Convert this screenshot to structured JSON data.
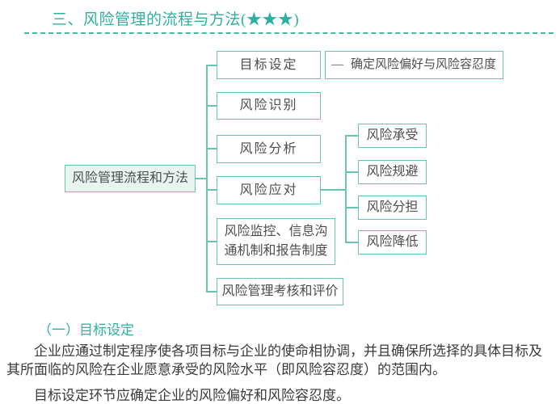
{
  "page_title": "三、风险管理的流程与方法(★★★)",
  "colors": {
    "accent_teal": "#2eb0a1",
    "box_border": "#6bc3b2",
    "box_text": "#4d4d4d",
    "body_text": "#3a3a3a",
    "root_box_fill": "#e9f4ef"
  },
  "diagram": {
    "root": {
      "label": "风险管理流程和方法"
    },
    "stages": [
      {
        "label": "目标设定"
      },
      {
        "label": "风险识别"
      },
      {
        "label": "风险分析"
      },
      {
        "label": "风险应对"
      },
      {
        "label": "风险监控、信息沟通机制和报告制度"
      },
      {
        "label": "风险管理考核和评价"
      }
    ],
    "goal_setting_note": {
      "dash": "—",
      "label": "确定风险偏好与风险容忍度"
    },
    "response_methods": [
      {
        "label": "风险承受"
      },
      {
        "label": "风险规避"
      },
      {
        "label": "风险分担"
      },
      {
        "label": "风险降低"
      }
    ]
  },
  "section": {
    "heading": "（一）目标设定",
    "paragraph_1": "企业应通过制定程序使各项目标与企业的使命相协调，并且确保所选择的具体目标及其所面临的风险在企业愿意承受的风险水平（即风险容忍度）的范围内。",
    "paragraph_2": "目标设定环节应确定企业的风险偏好和风险容忍度。"
  }
}
